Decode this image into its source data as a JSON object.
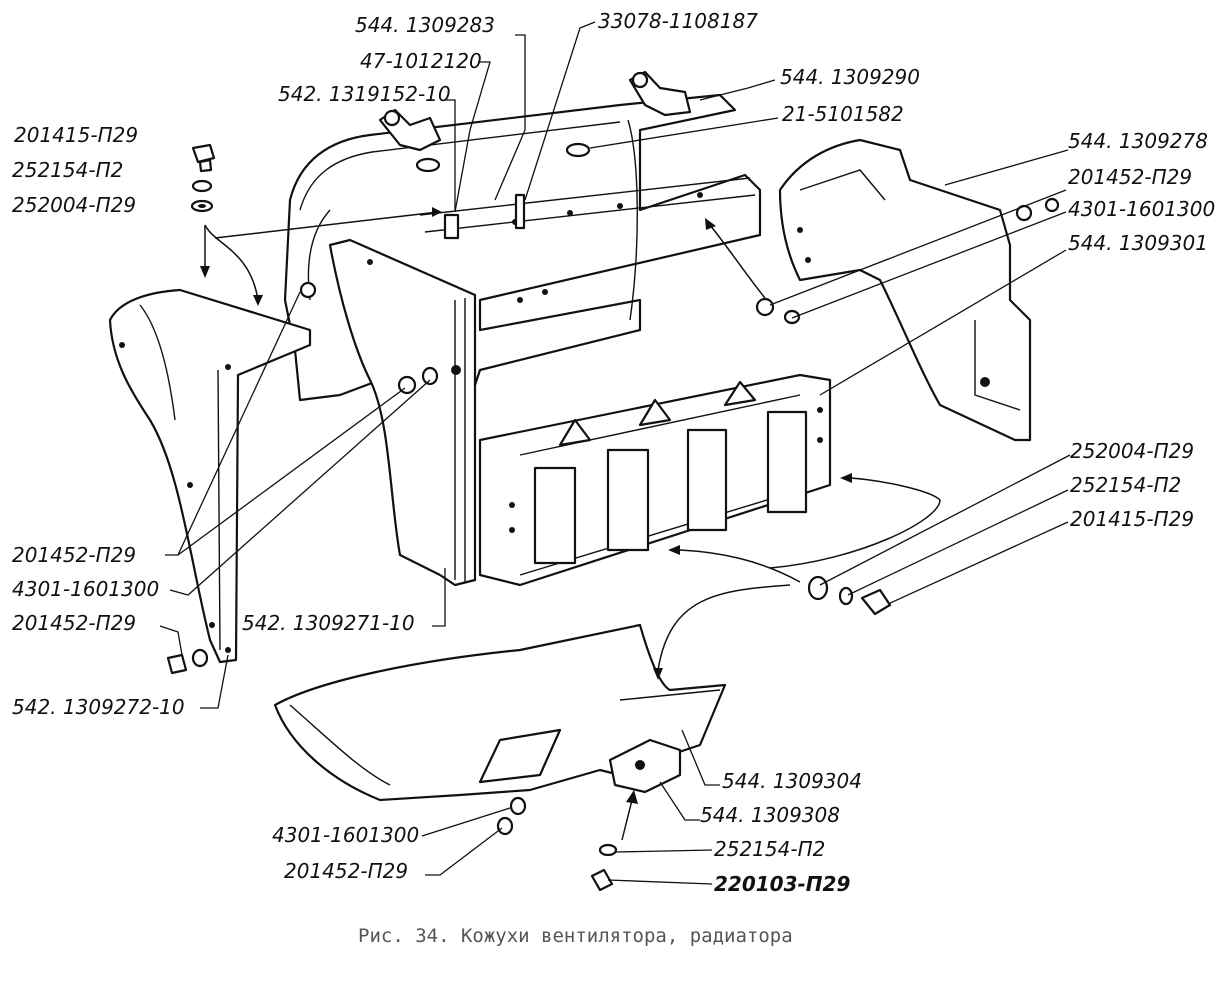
{
  "caption": "Рис. 34. Кожухи вентилятора, радиатора",
  "labels": {
    "l01": "544. 1309283",
    "l02": "33078-1108187",
    "l03": "47-1012120",
    "l04": "544. 1309290",
    "l05": "542. 1319152-10",
    "l06": "21-5101582",
    "l07": "201415-П29",
    "l08": "252154-П2",
    "l09": "252004-П29",
    "l10": "544. 1309278",
    "l11": "201452-П29",
    "l12": "4301-1601300",
    "l13": "544. 1309301",
    "l14": "252004-П29",
    "l15": "252154-П2",
    "l16": "201415-П29",
    "l17": "201452-П29",
    "l18": "4301-1601300",
    "l19": "201452-П29",
    "l20": "542. 1309271-10",
    "l21": "542. 1309272-10",
    "l22": "544. 1309304",
    "l23": "544. 1309308",
    "l24": "4301-1601300",
    "l25": "252154-П2",
    "l26": "201452-П29",
    "l27": "220103-П29"
  }
}
